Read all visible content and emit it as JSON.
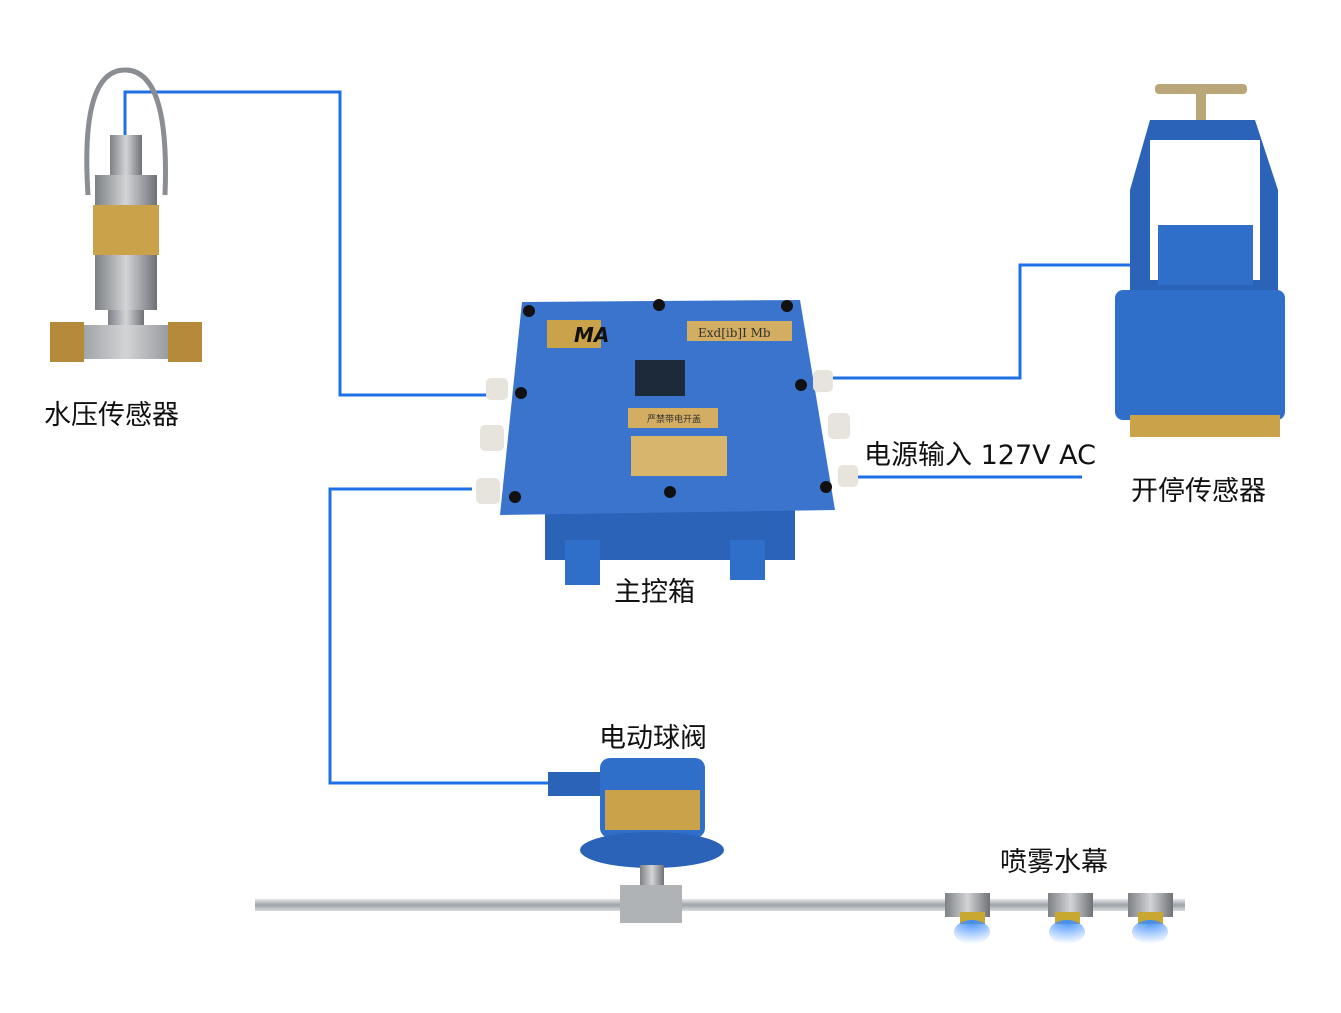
{
  "labels": {
    "water_pressure_sensor": "水压传感器",
    "start_stop_sensor": "开停传感器",
    "main_control_box": "主控箱",
    "power_input": "电源输入 127V AC",
    "electric_ball_valve": "电动球阀",
    "spray_curtain": "喷雾水幕"
  },
  "box_plates": {
    "ma_mark": "MA",
    "explosion_mark": "Exd[ib]I Mb",
    "warning": "严禁带电开盖"
  },
  "colors": {
    "wire": "#1f6fe6",
    "device_blue": "#2f6fc9",
    "brass": "#c9a24a",
    "pipe": "#b8bcc2"
  }
}
